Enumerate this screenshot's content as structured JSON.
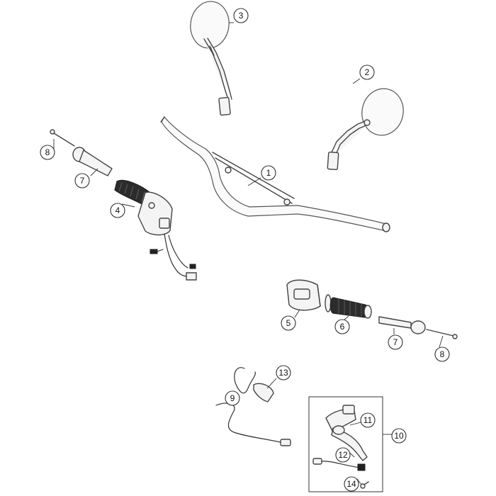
{
  "callouts": [
    {
      "id": "c1",
      "label": "1"
    },
    {
      "id": "c2",
      "label": "2"
    },
    {
      "id": "c3",
      "label": "3"
    },
    {
      "id": "c4",
      "label": "4"
    },
    {
      "id": "c5",
      "label": "5"
    },
    {
      "id": "c6",
      "label": "6"
    },
    {
      "id": "c7a",
      "label": "7"
    },
    {
      "id": "c7b",
      "label": "7"
    },
    {
      "id": "c8a",
      "label": "8"
    },
    {
      "id": "c8b",
      "label": "8"
    },
    {
      "id": "c9",
      "label": "9"
    },
    {
      "id": "c10",
      "label": "10"
    },
    {
      "id": "c11",
      "label": "11"
    },
    {
      "id": "c12",
      "label": "12"
    },
    {
      "id": "c13",
      "label": "13"
    },
    {
      "id": "c14",
      "label": "14"
    }
  ]
}
